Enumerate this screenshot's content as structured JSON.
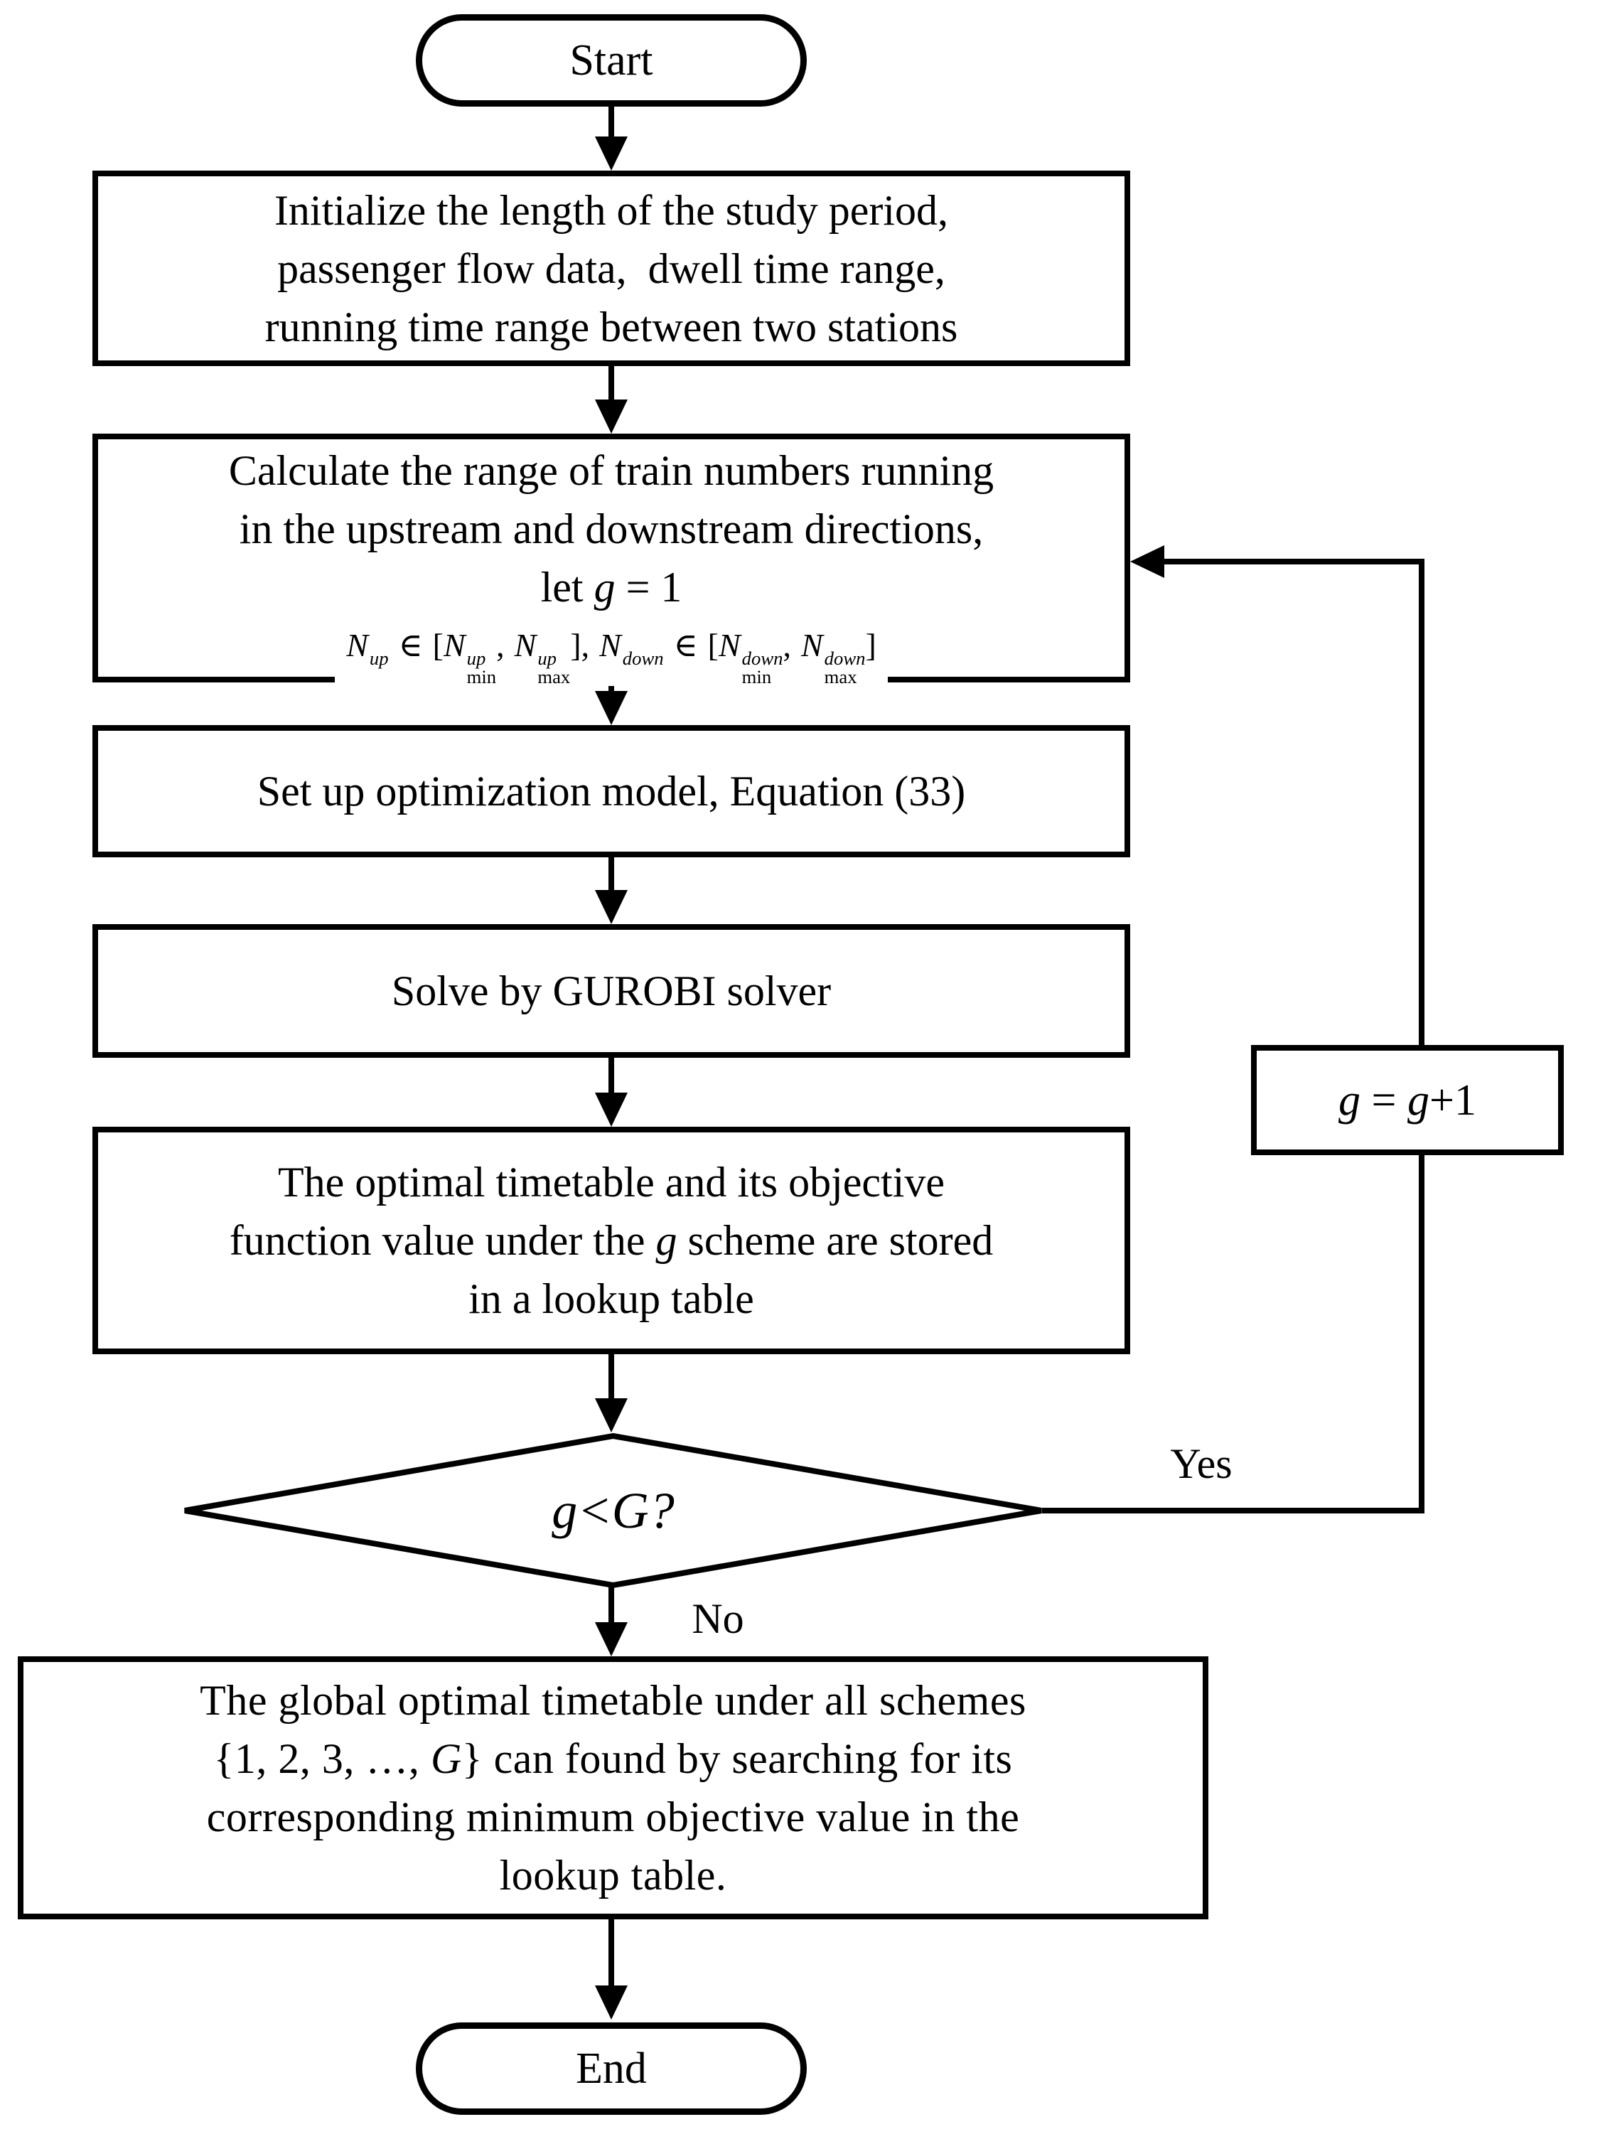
{
  "fc": {
    "start_label": "Start",
    "end_label": "End",
    "init_box": {
      "line1": "Initialize the length of the study period,",
      "line2": "passenger flow data,  dwell time range,",
      "line3": "running time range between two stations"
    },
    "calc_box": {
      "line1": "Calculate the range of train numbers running",
      "line2": "in the upstream and downstream directions,",
      "let_pre": "let ",
      "g": "g",
      "let_post": " = 1"
    },
    "formula": {
      "N": "N",
      "in": "∈",
      "lb": "[",
      "rb": "]",
      "comma": ",",
      "up": "up",
      "down": "down",
      "min": "min",
      "max": "max"
    },
    "model_box_label": "Set up optimization model, Equation (33)",
    "solve_box_label": "Solve by GUROBI solver",
    "store_box": {
      "line1": "The optimal timetable and its objective",
      "line2_pre": "function value under the ",
      "g": "g",
      "line2_post": " scheme are stored",
      "line3": "in a lookup table"
    },
    "decision": {
      "g": "g",
      "op": "<",
      "G": "G",
      "q": "?"
    },
    "yes_label": "Yes",
    "no_label": "No",
    "increment_box": {
      "g1": "g",
      "eq": " = ",
      "g2": "g",
      "plus1": "+1"
    },
    "final_box": {
      "line1": "The global optimal timetable under all schemes",
      "line2_pre": "{1, 2, 3, …, ",
      "G": "G",
      "line2_post": "} can found by searching for its",
      "line3": "corresponding minimum objective value in the",
      "line4": "lookup table."
    }
  }
}
